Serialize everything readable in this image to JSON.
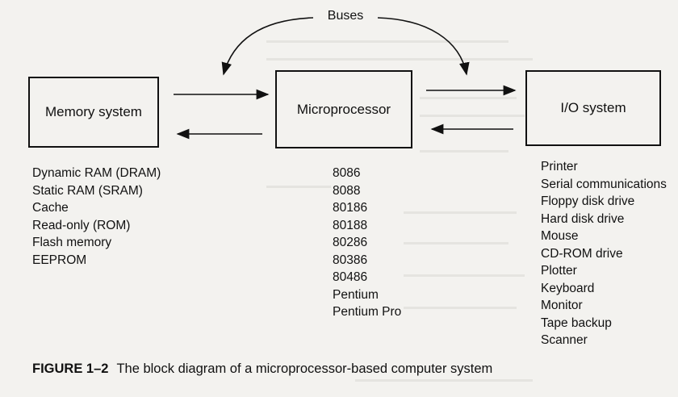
{
  "diagram": {
    "buses_label": "Buses",
    "memory": {
      "title": "Memory system",
      "items": [
        "Dynamic RAM (DRAM)",
        "Static RAM (SRAM)",
        "Cache",
        "Read-only (ROM)",
        "Flash memory",
        "EEPROM"
      ]
    },
    "microprocessor": {
      "title": "Microprocessor",
      "items": [
        "8086",
        "8088",
        "80186",
        "80188",
        "80286",
        "80386",
        "80486",
        "Pentium",
        "Pentium Pro"
      ]
    },
    "io": {
      "title": "I/O system",
      "items": [
        "Printer",
        "Serial communications",
        "Floppy disk drive",
        "Hard disk drive",
        "Mouse",
        "CD-ROM drive",
        "Plotter",
        "Keyboard",
        "Monitor",
        "Tape backup",
        "Scanner"
      ]
    }
  },
  "caption": {
    "number": "FIGURE 1–2",
    "text": "The block diagram of a microprocessor-based computer system"
  }
}
